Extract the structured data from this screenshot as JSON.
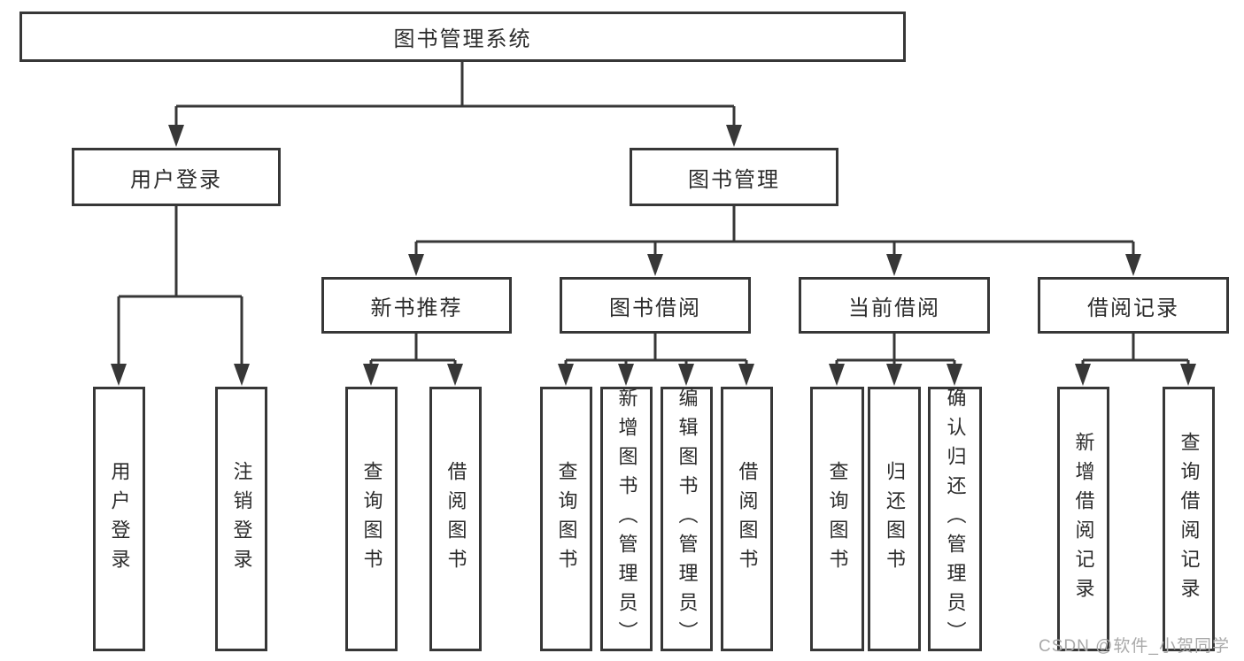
{
  "diagram": {
    "type": "hierarchy-tree",
    "title": "图书管理系统",
    "hierarchy": {
      "图书管理系统": {
        "用户登录": [
          "用户登录",
          "注销登录"
        ],
        "图书管理": {
          "新书推荐": [
            "查询图书",
            "借阅图书"
          ],
          "图书借阅": [
            "查询图书",
            "新增图书（管理员）",
            "编辑图书（管理员）",
            "借阅图书"
          ],
          "当前借阅": [
            "查询图书",
            "归还图书",
            "确认归还（管理员）"
          ],
          "借阅记录": [
            "新增借阅记录",
            "查询借阅记录"
          ]
        }
      }
    }
  },
  "nodes": {
    "root": {
      "label": "图书管理系统"
    },
    "user_login": {
      "label": "用户登录"
    },
    "book_management": {
      "label": "图书管理"
    },
    "new_book_recommend": {
      "label": "新书推荐"
    },
    "book_borrow": {
      "label": "图书借阅"
    },
    "current_borrow": {
      "label": "当前借阅"
    },
    "borrow_records": {
      "label": "借阅记录"
    },
    "leaf_user_login": {
      "label": "用户登录"
    },
    "leaf_logout": {
      "label": "注销登录"
    },
    "leaf_query_book_1": {
      "label": "查询图书"
    },
    "leaf_borrow_book_1": {
      "label": "借阅图书"
    },
    "leaf_query_book_2": {
      "label": "查询图书"
    },
    "leaf_add_book_admin": {
      "label": "新增图书（管理员）"
    },
    "leaf_edit_book_admin": {
      "label": "编辑图书（管理员）"
    },
    "leaf_borrow_book_2": {
      "label": "借阅图书"
    },
    "leaf_query_book_3": {
      "label": "查询图书"
    },
    "leaf_return_book": {
      "label": "归还图书"
    },
    "leaf_confirm_return_admin": {
      "label": "确认归还（管理员）"
    },
    "leaf_add_borrow_record": {
      "label": "新增借阅记录"
    },
    "leaf_query_borrow_record": {
      "label": "查询借阅记录"
    }
  },
  "watermark": {
    "text": "CSDN @软件_小贺同学"
  },
  "colors": {
    "line": "#373737",
    "box_border": "#373737",
    "text": "#2c2c2c",
    "background": "#ffffff",
    "watermark": "#a9a9a9"
  }
}
